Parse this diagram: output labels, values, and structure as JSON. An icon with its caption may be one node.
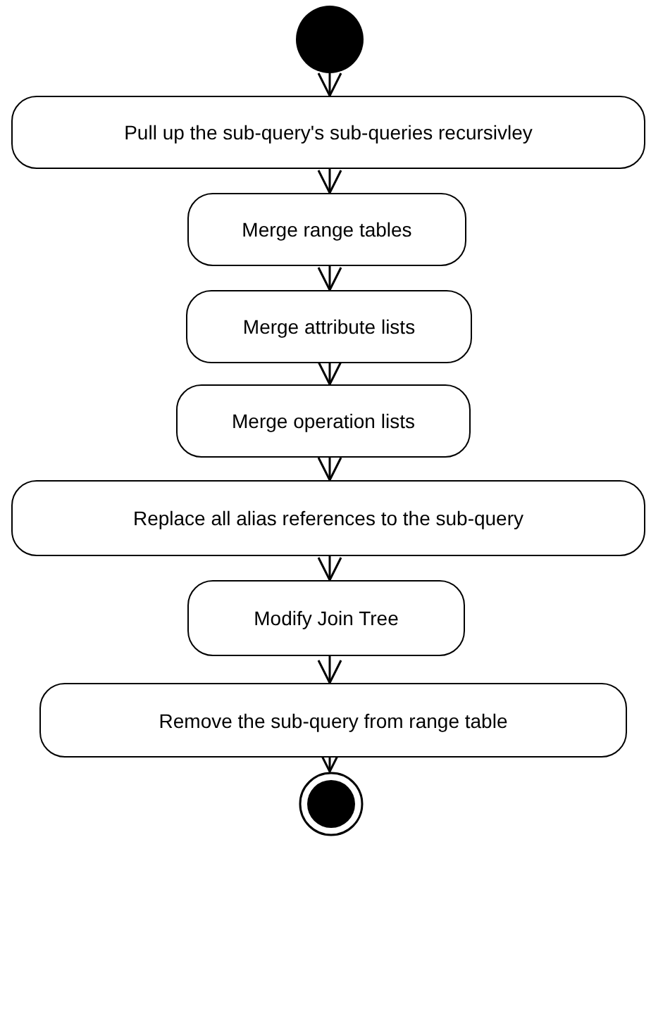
{
  "diagram": {
    "nodes": [
      {
        "text": [],
        "shape": "circle"
      },
      {
        "text": [
          "Pull up the sub-query's sub-queries recursivley"
        ]
      },
      {
        "text": [
          "Merge range tables"
        ]
      },
      {
        "text": [
          "Merge attribute lists"
        ]
      },
      {
        "text": [
          "Merge operation lists"
        ]
      },
      {
        "text": [
          "Replace all alias references to the sub-query"
        ]
      },
      {
        "text": [
          "Modify Join Tree"
        ]
      },
      {
        "text": [
          "Remove the sub-query from range table"
        ]
      },
      {
        "text": [],
        "shape": "bullseye"
      }
    ],
    "edges": [
      {
        "from": 0,
        "to": 1,
        "arrow": "to"
      },
      {
        "from": 1,
        "to": 2,
        "arrow": "to"
      },
      {
        "from": 2,
        "to": 3,
        "arrow": "to"
      },
      {
        "from": 3,
        "to": 4,
        "arrow": "to"
      },
      {
        "from": 4,
        "to": 5,
        "arrow": "to"
      },
      {
        "from": 5,
        "to": 6,
        "arrow": "to"
      },
      {
        "from": 6,
        "to": 7,
        "arrow": "to"
      },
      {
        "from": 7,
        "to": 8,
        "arrow": "to"
      }
    ]
  }
}
